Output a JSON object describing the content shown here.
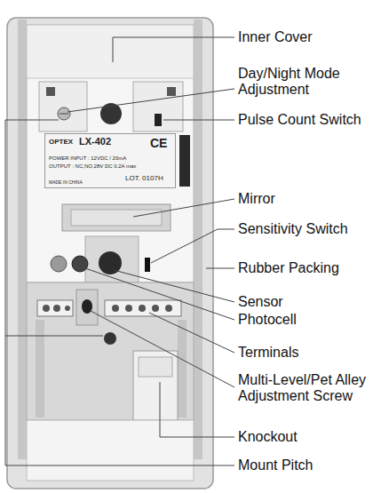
{
  "diagram": {
    "nodes": [
      {
        "text": [
          "OPTEX",
          "LX-402",
          "CE",
          "POWER INPUT : 12VDC / 20mA",
          "OUTPUT : NC,NO,28V DC 0.2A max",
          "MADE IN CHINA",
          "LOT. 0107H"
        ]
      }
    ],
    "labels": [
      "Inner Cover",
      "Day/Night Mode Adjustment",
      "Pulse Count Switch",
      "Mirror",
      "Sensitivity Switch",
      "Rubber Packing",
      "Sensor",
      "Photocell",
      "Terminals",
      "Multi-Level/Pet Alley Adjustment Screw",
      "Knockout",
      "Mount Pitch"
    ]
  }
}
